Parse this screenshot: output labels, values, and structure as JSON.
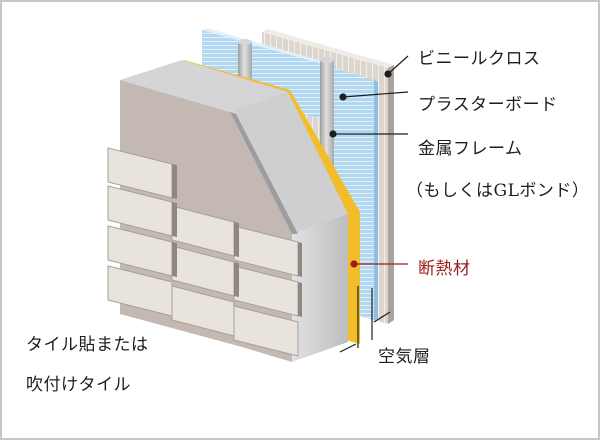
{
  "diagram": {
    "title": "Wall cross-section",
    "colors": {
      "vinyl_cloth": "#d9d3cc",
      "plaster_board": "#aed4ef",
      "insulation": "#f2bd2b",
      "concrete": "#c9c9cb",
      "concrete_face": "#c2b7b1",
      "tile": "#e7e3dc",
      "insulation_label": "#9b1c1c"
    },
    "labels": {
      "vinyl_cloth": "ビニールクロス",
      "plaster_board": "プラスターボード",
      "metal_frame": "金属フレーム",
      "metal_frame_alt": "（もしくはGLボンド）",
      "insulation": "断熱材",
      "air_layer": "空気層",
      "tile_line1": "タイル貼または",
      "tile_line2": "吹付けタイル"
    }
  }
}
